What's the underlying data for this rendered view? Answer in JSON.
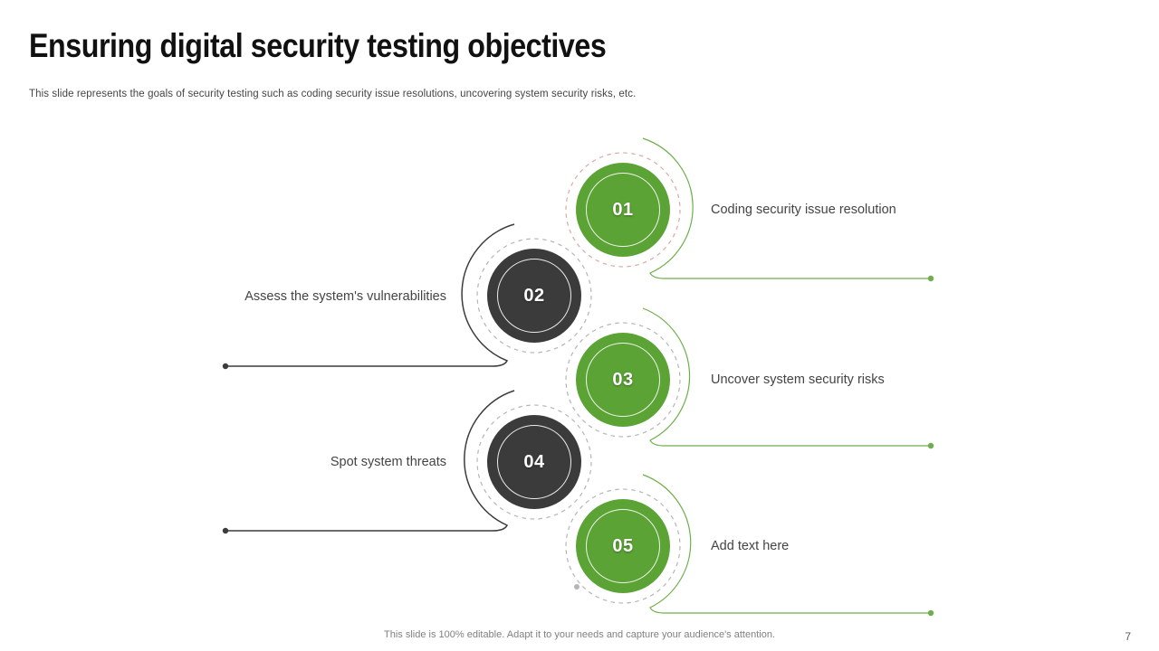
{
  "slide": {
    "title": "Ensuring digital security testing objectives",
    "subtitle": "This slide represents the goals of security testing such as coding security issue resolutions, uncovering system security risks, etc.",
    "footer_note": "This slide is 100% editable. Adapt it to your needs and capture your audience's attention.",
    "page_number": "7"
  },
  "colors": {
    "circle_green": "#5ba335",
    "circle_dark": "#3b3b3b",
    "line_green": "#6fae4c",
    "line_dark": "#3c3c3c",
    "ring_gray": "#b5b5b5",
    "ring_rose": "#dca9a2",
    "label_text": "#444444",
    "title_text": "#111111",
    "footer_text": "#808080"
  },
  "items": [
    {
      "number": "01",
      "label": "Coding security issue resolution",
      "accent": "green",
      "side": "right"
    },
    {
      "number": "02",
      "label": "Assess the system's vulnerabilities",
      "accent": "dark",
      "side": "left"
    },
    {
      "number": "03",
      "label": "Uncover system security risks",
      "accent": "green",
      "side": "right"
    },
    {
      "number": "04",
      "label": "Spot system threats",
      "accent": "dark",
      "side": "left"
    },
    {
      "number": "05",
      "label": "Add text here",
      "accent": "green",
      "side": "right"
    }
  ]
}
